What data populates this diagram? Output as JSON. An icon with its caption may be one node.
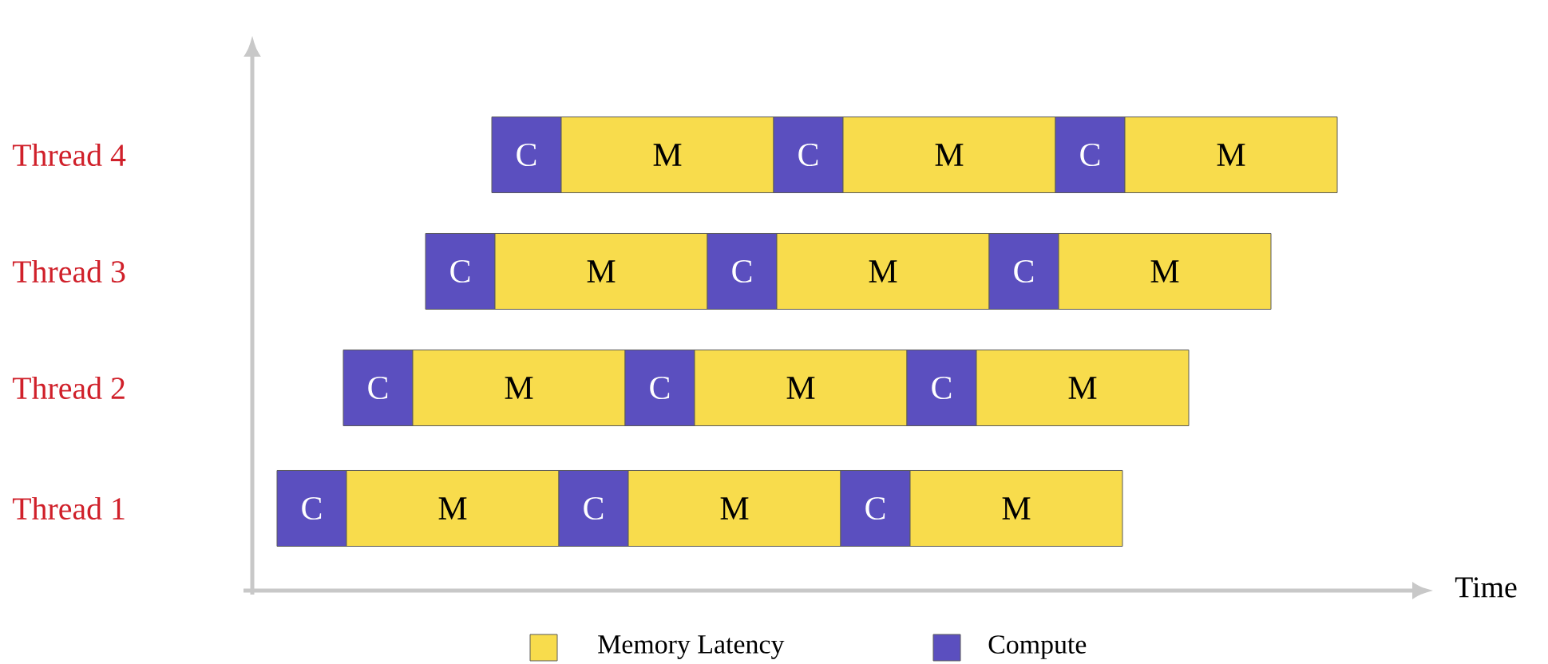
{
  "diagram": {
    "nodes": [
      {
        "text": [
          "C"
        ]
      },
      {
        "text": [
          "M"
        ]
      },
      {
        "text": [
          "C"
        ]
      },
      {
        "text": [
          "M"
        ]
      },
      {
        "text": [
          "C"
        ]
      },
      {
        "text": [
          "M"
        ]
      },
      {
        "text": [
          "C"
        ]
      },
      {
        "text": [
          "M"
        ]
      },
      {
        "text": [
          "C"
        ]
      },
      {
        "text": [
          "M"
        ]
      },
      {
        "text": [
          "C"
        ]
      },
      {
        "text": [
          "M"
        ]
      },
      {
        "text": [
          "C"
        ]
      },
      {
        "text": [
          "M"
        ]
      },
      {
        "text": [
          "C"
        ]
      },
      {
        "text": [
          "M"
        ]
      },
      {
        "text": [
          "C"
        ]
      },
      {
        "text": [
          "M"
        ]
      },
      {
        "text": [
          "C"
        ]
      },
      {
        "text": [
          "M"
        ]
      },
      {
        "text": [
          "C"
        ]
      },
      {
        "text": [
          "M"
        ]
      },
      {
        "text": [
          "C"
        ]
      },
      {
        "text": [
          "M"
        ]
      }
    ],
    "labels": [
      "Thread 4",
      "Thread 3",
      "Thread 2",
      "Thread 1",
      "Time"
    ],
    "legend": [
      {
        "text": "Memory Latency",
        "color": "#f8dc4c"
      },
      {
        "text": "Compute",
        "color": "#5b4fbf"
      }
    ]
  }
}
